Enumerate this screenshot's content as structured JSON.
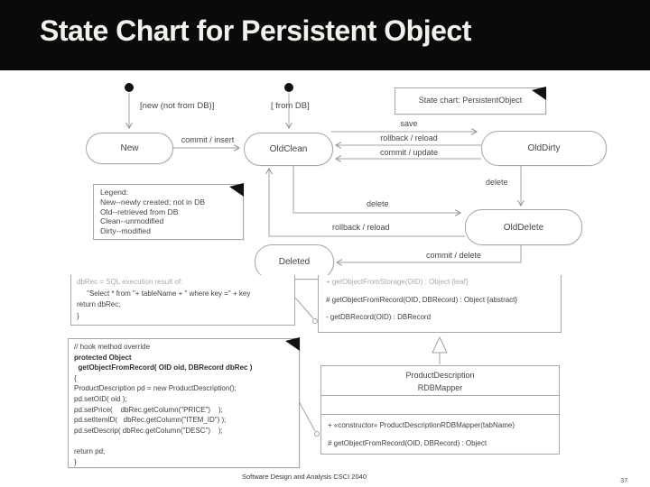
{
  "slide": {
    "title": "State Chart for Persistent Object",
    "footer": "Software Design and Analysis CSCI 2040",
    "page_number": "37"
  },
  "colors": {
    "header_bg": "#0a0a0a",
    "title_text": "#f2f2ed",
    "diagram_line": "#a3a3a3",
    "diagram_text": "#454545",
    "note_fold": "#111111"
  },
  "diagram": {
    "note_title": "State chart: PersistentObject",
    "states": {
      "new": "New",
      "old_clean": "OldClean",
      "old_dirty": "OldDirty",
      "old_delete": "OldDelete",
      "deleted": "Deleted"
    },
    "transitions": {
      "init_new": "[new (not from DB)]",
      "init_old_clean": "[ from DB]",
      "commit_insert": "commit / insert",
      "save": "save",
      "rollback_reload_top": "rollback / reload",
      "commit_update": "commit / update",
      "delete_from_dirty": "delete",
      "delete_from_clean": "delete",
      "rollback_reload_bottom": "rollback / reload",
      "commit_delete": "commit / delete"
    },
    "legend": {
      "lines": [
        "Legend:",
        "New--newly created; not in DB",
        "Old--retrieved from DB",
        "Clean--unmodified",
        "Dirty--modified"
      ]
    },
    "sql_note": {
      "lines": [
        "dbRec = SQL execution result of:",
        "     \"Select * from \"+ tableName + \" where key =\" + key",
        "return dbRec;",
        "}"
      ]
    },
    "class_top": {
      "methods": [
        "+ getObjectFromStorage(OID) : Object {leaf}",
        "# getObjectFromRecord(OID, DBRecord) : Object {abstract}",
        "- getDBRecord(OID) : DBRecord"
      ]
    },
    "class_bottom": {
      "name_line1": "ProductDescription",
      "name_line2": "RDBMapper",
      "methods": [
        "+ «constructor» ProductDescriptionRDBMapper(tabName)",
        "# getObjectFromRecord(OID, DBRecord) : Object"
      ]
    },
    "code_note": {
      "lines": [
        "// hook method override",
        "protected Object",
        "  getObjectFromRecord( OID oid, DBRecord dbRec )",
        "{",
        "ProductDescription pd = new ProductDescription();",
        "pd.setOID( oid );",
        "pd.setPrice(    dbRec.getColumn(\"PRICE\")    );",
        "pd.setItemID(   dbRec.getColumn(\"ITEM_ID\") );",
        "pd.setDescrip( dbRec.getColumn(\"DESC\")    );",
        "",
        "return pd;",
        "}"
      ]
    }
  }
}
